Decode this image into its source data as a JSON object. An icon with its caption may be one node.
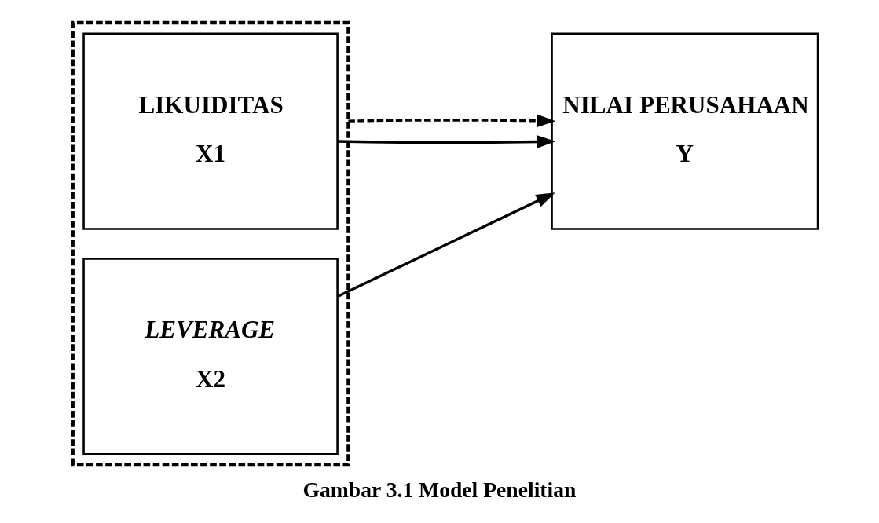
{
  "diagram": {
    "caption": "Gambar 3.1 Model Penelitian",
    "nodes": [
      {
        "text": [],
        "shape": "box"
      },
      {
        "text": [
          "LIKUIDITAS",
          "X1"
        ],
        "in": 0
      },
      {
        "text": [
          "LEVERAGE",
          "X2"
        ],
        "in": 0
      },
      {
        "text": [
          "NILAI PERUSAHAAN",
          "Y"
        ]
      }
    ],
    "edges": [
      {
        "from": 1,
        "to": 3,
        "arrow": "to"
      },
      {
        "from": 2,
        "to": 3,
        "arrow": "to"
      },
      {
        "from": 0,
        "to": 3,
        "arrow": "to",
        "style": "dashed"
      }
    ]
  }
}
